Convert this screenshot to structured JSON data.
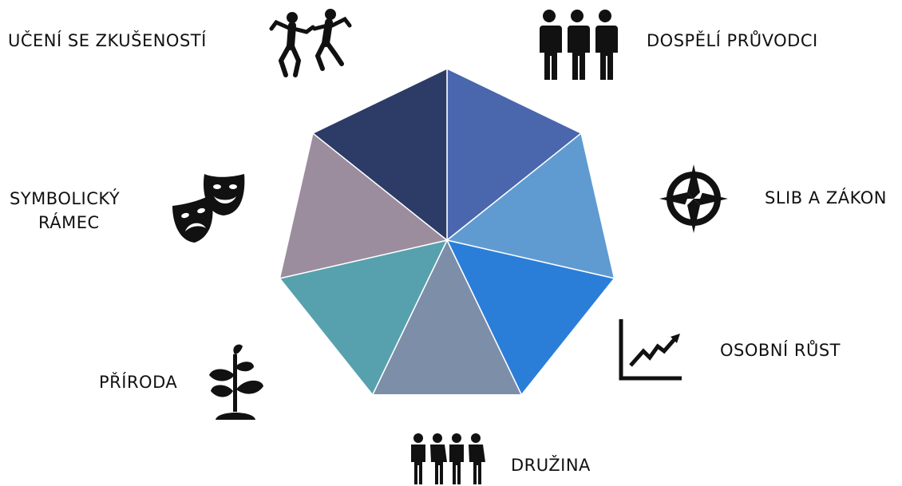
{
  "diagram": {
    "segments": [
      {
        "id": "dospeli-pruvodci",
        "color": "#4a66ad"
      },
      {
        "id": "slib-a-zakon",
        "color": "#5f9bd1"
      },
      {
        "id": "osobni-rust",
        "color": "#2b7ed8"
      },
      {
        "id": "druzina",
        "color": "#7d8ea8"
      },
      {
        "id": "priroda",
        "color": "#57a1ae"
      },
      {
        "id": "symbolicky-ramec",
        "color": "#9b8d9e"
      },
      {
        "id": "uceni-se-zkusenosti",
        "color": "#2d3b67"
      }
    ],
    "separator_color": "#ffffff"
  },
  "labels": {
    "dospeli_pruvodci": "DOSPĚLÍ PRŮVODCI",
    "slib_a_zakon": "SLIB A ZÁKON",
    "osobni_rust": "OSOBNÍ RŮST",
    "druzina": "DRUŽINA",
    "priroda": "PŘÍRODA",
    "symbolicky_line1": "SYMBOLICKÝ",
    "symbolicky_line2": "RÁMEC",
    "uceni_se_zkusenosti": "UČENÍ SE ZKUŠENOSTÍ"
  },
  "icons": {
    "dospeli_pruvodci": "group-of-people-icon",
    "slib_a_zakon": "compass-rose-icon",
    "osobni_rust": "growth-chart-icon",
    "druzina": "team-icon",
    "priroda": "plant-sprout-icon",
    "symbolicky_ramec": "theater-masks-icon",
    "uceni_se_zkusenosti": "dancing-people-icon"
  }
}
